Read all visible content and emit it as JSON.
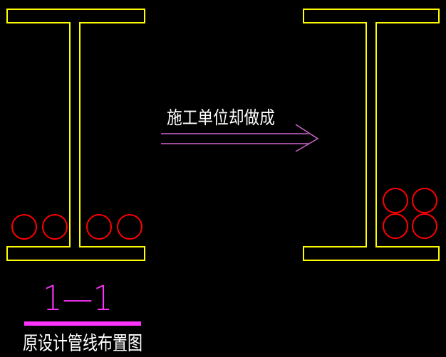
{
  "drawing": {
    "annotation": "施工单位却做成",
    "section_label": "1—1",
    "caption": "原设计管线布置图",
    "colors": {
      "background": "#000000",
      "beam_outline": "#ffff00",
      "pipe_outline": "#ff0000",
      "arrow": "#cc66cc",
      "section_label": "#ff33ff",
      "underline": "#ff33ff",
      "text": "#ffffff"
    },
    "original_layout_pipe_count": 4,
    "modified_layout_pipe_count": 4
  }
}
